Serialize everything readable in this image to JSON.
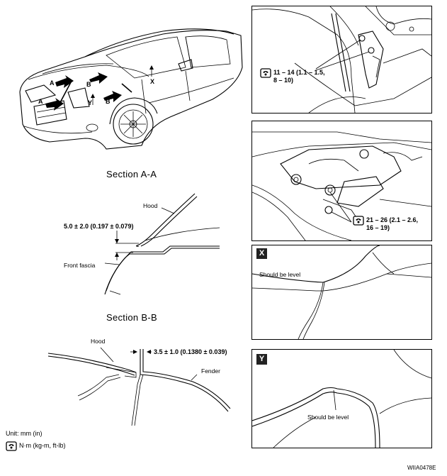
{
  "car_labels": {
    "a1": "A",
    "a2": "A",
    "b1": "B",
    "b2": "B",
    "x": "X",
    "y": "Y"
  },
  "section_a": {
    "title": "Section A-A",
    "hood": "Hood",
    "gap": "5.0 ± 2.0 (0.197 ± 0.079)",
    "fascia": "Front fascia"
  },
  "section_b": {
    "title": "Section B-B",
    "hood": "Hood",
    "gap": "3.5 ± 1.0 (0.1380 ± 0.039)",
    "fender": "Fender"
  },
  "hinge_panel": {
    "torque": "11 – 14 (1.1 – 1.5, 8 – 10)",
    "torque_line1": "11 – 14 (1.1 – 1.5,",
    "torque_line2": "8 – 10)"
  },
  "latch_panel": {
    "torque_line1": "21 – 26 (2.1 – 2.6,",
    "torque_line2": "16 – 19)"
  },
  "panel_x": {
    "tag": "X",
    "note": "Should be level"
  },
  "panel_y": {
    "tag": "Y",
    "note": "Should be level"
  },
  "legend": {
    "unit": "Unit: mm (in)",
    "torque_unit": "N·m (kg-m, ft-lb)"
  },
  "figure_id": "WIIA0478E",
  "icons": [
    "torque-wrench-icon"
  ]
}
